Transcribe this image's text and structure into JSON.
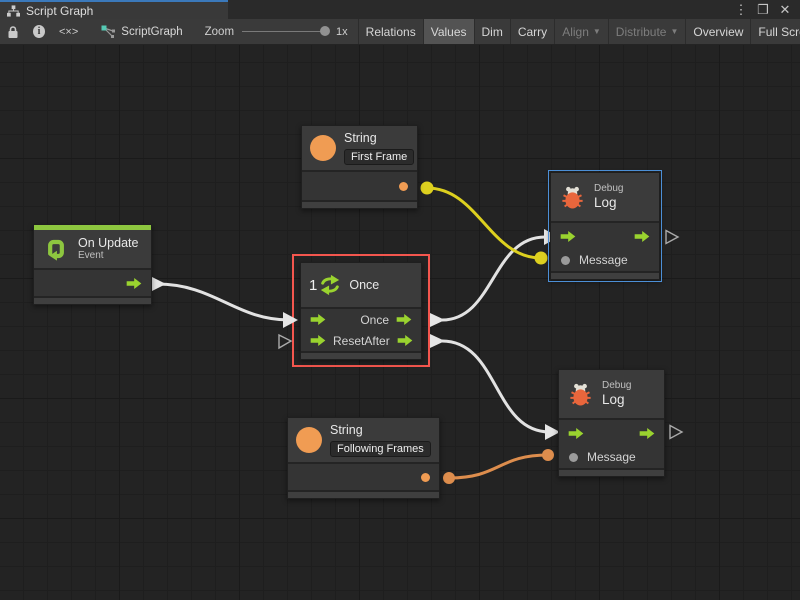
{
  "window": {
    "tab_label": "Script Graph",
    "controls": {
      "menu": "⋮",
      "maximize": "❐",
      "close": "✕"
    }
  },
  "toolbar": {
    "code_glyph": "<×>",
    "breadcrumb": "ScriptGraph",
    "zoom_label": "Zoom",
    "zoom_value": "1x",
    "dropdown_glyph": "▼",
    "buttons": [
      {
        "label": "Relations",
        "active": false,
        "enabled": true
      },
      {
        "label": "Values",
        "active": true,
        "enabled": true
      },
      {
        "label": "Dim",
        "active": false,
        "enabled": true
      },
      {
        "label": "Carry",
        "active": false,
        "enabled": true
      },
      {
        "label": "Align",
        "active": false,
        "enabled": false,
        "dropdown": true
      },
      {
        "label": "Distribute",
        "active": false,
        "enabled": false,
        "dropdown": true
      },
      {
        "label": "Overview",
        "active": false,
        "enabled": true
      },
      {
        "label": "Full Screen",
        "active": false,
        "enabled": true
      }
    ]
  },
  "nodes": {
    "string_first": {
      "title": "String",
      "value": "First Frame"
    },
    "debug_top": {
      "kind": "Debug",
      "title": "Log",
      "message": "Message",
      "selected": true
    },
    "on_update": {
      "title": "On Update",
      "subtitle": "Event"
    },
    "once": {
      "badge": "1",
      "title": "Once",
      "port_once": "Once",
      "port_reset": "Reset",
      "port_after": "After",
      "selected": true
    },
    "string_following": {
      "title": "String",
      "value": "Following Frames"
    },
    "debug_bottom": {
      "kind": "Debug",
      "title": "Log",
      "message": "Message"
    }
  },
  "colors": {
    "flow_green": "#9ad32f",
    "event_green": "#8dc63f",
    "string_orange": "#f09c53",
    "bug_orange": "#e9663c",
    "wire_white": "#e2e2e2",
    "wire_yellow": "#ddd01f",
    "wire_orange": "#dd8d4d",
    "selection_red": "#f4564e",
    "selection_blue": "#4c8fd6",
    "tab_accent": "#3b79bb"
  }
}
